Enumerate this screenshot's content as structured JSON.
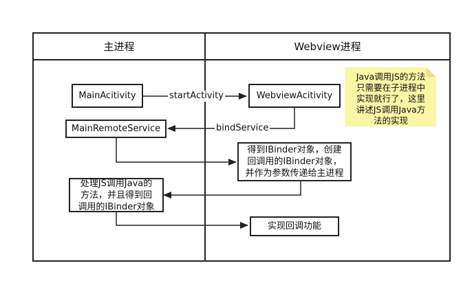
{
  "lanes": {
    "left": "主进程",
    "right": "Webview进程"
  },
  "nodes": {
    "main_activity": "MainAcitivity",
    "webview_activity": "WebviewAcitivity",
    "main_remote_service": "MainRemoteService",
    "get_ibinder": "得到IBinder对象，创建\n回调用的IBinder对象，\n并作为参数传递给主进程",
    "handle_js": "处理JS调用Java的\n方法，并且得到回\n调用的IBinder对象",
    "implement_callback": "实现回调功能"
  },
  "edges": {
    "start_activity": "startActivity",
    "bind_service": "bindService"
  },
  "note": "Java调用JS的方法\n只需要在子进程中\n实现就行了，这里\n讲述JS调用Java方\n法的实现",
  "colors": {
    "note_fill": "#fbf5a6",
    "note_fold": "#e9e08a",
    "line": "#222222"
  }
}
